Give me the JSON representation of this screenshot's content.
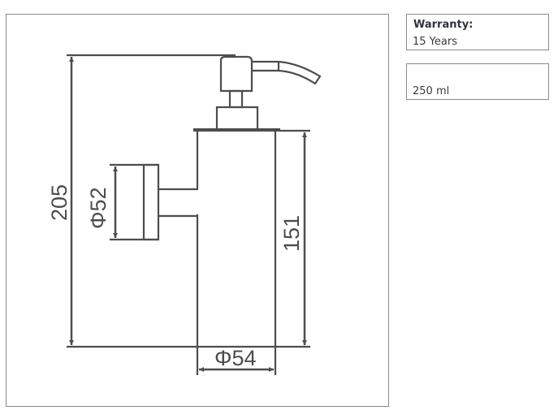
{
  "diagram": {
    "dimensions": {
      "total_height": "205",
      "mount_diameter": "Φ52",
      "body_height": "151",
      "body_diameter": "Φ54"
    }
  },
  "info_boxes": [
    {
      "label": "Warranty:",
      "value": "15 Years"
    },
    {
      "label": "",
      "value": "250 ml"
    }
  ],
  "colors": {
    "line": "#4d4d4d",
    "border": "#8a8a8a"
  }
}
